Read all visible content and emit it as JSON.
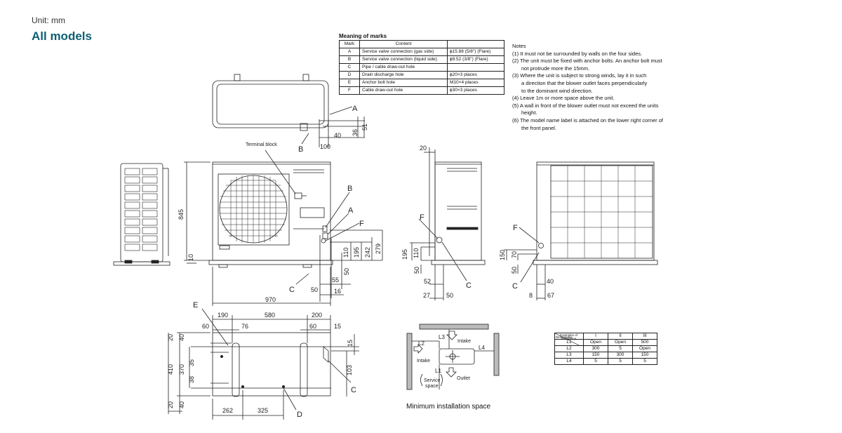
{
  "header": {
    "unit": "Unit: mm",
    "title": "All models"
  },
  "marks": {
    "title": "Meaning of marks",
    "columns": [
      "Mark",
      "Content",
      ""
    ],
    "rows": [
      {
        "mark": "A",
        "content": "Service valve connection (gas side)",
        "detail": "ϕ15.88 (5/8\") (Flare)"
      },
      {
        "mark": "B",
        "content": "Service valve connection (liquid side)",
        "detail": "ϕ9.52 (3/8\") (Flare)"
      },
      {
        "mark": "C",
        "content": "Pipe / cable draw-out hole",
        "detail": ""
      },
      {
        "mark": "D",
        "content": "Drain discharge hole",
        "detail": "ϕ20×3 places"
      },
      {
        "mark": "E",
        "content": "Anchor bolt hole",
        "detail": "M10×4 places"
      },
      {
        "mark": "F",
        "content": "Cable draw-out hole",
        "detail": "ϕ30×3 places"
      }
    ]
  },
  "notes": {
    "title": "Notes",
    "items": [
      "(1) It must not be surrounded by walls on the four sides.",
      "(2) The unit must be fixed with anchor bolts. An anchor bolt must",
      "not protrude more the 15mm.",
      "(3) Where the unit is subject to strong winds, lay it in such",
      "a direction that the blower outlet faces perpendicularly",
      "to the dominant wind direction.",
      "(4) Leave 1m or more space above the unit.",
      "(5) A wall in front of the blower outlet must not exceed the units",
      "height.",
      "(6) The model name label is attached on the lower right corner of",
      "the front panel."
    ]
  },
  "top_view": {
    "mark_a": "A",
    "mark_b": "B",
    "dims": [
      "100",
      "40",
      "36",
      "51"
    ]
  },
  "front_view": {
    "terminal_label": "Terminal block",
    "marks": [
      "B",
      "A",
      "F",
      "C"
    ],
    "dims": {
      "h845": "845",
      "h10": "10",
      "w970": "970",
      "d110": "110",
      "d195": "195",
      "d242": "242",
      "d279": "279",
      "d50a": "50",
      "d55": "55",
      "d50b": "50",
      "d16": "16"
    }
  },
  "side_view": {
    "marks": [
      "F",
      "C"
    ],
    "dims": {
      "d20": "20",
      "d195": "195",
      "d110": "110",
      "d50": "50",
      "d52": "52",
      "d27": "27",
      "d50b": "50"
    }
  },
  "back_view": {
    "marks": [
      "F",
      "C"
    ],
    "dims": {
      "d150": "150",
      "d70": "70",
      "d50": "50",
      "d40": "40",
      "d8": "8",
      "d67": "67"
    }
  },
  "base_view": {
    "marks": {
      "e": "E",
      "c": "C",
      "d": "D"
    },
    "dims": {
      "d190": "190",
      "d580": "580",
      "d200": "200",
      "d60a": "60",
      "d76": "76",
      "d60b": "60",
      "d15a": "15",
      "d20a": "20",
      "d40a": "40",
      "d15b": "15",
      "d410": "410",
      "d370": "370",
      "d35": "35",
      "d38": "38",
      "d103": "103",
      "d20b": "20",
      "d40b": "40",
      "d262": "262",
      "d325": "325"
    }
  },
  "min_space": {
    "caption": "Minimum installation space",
    "labels": {
      "l1": "L1",
      "l2": "L2",
      "l3": "L3",
      "l4": "L4",
      "intake_top": "Intake",
      "intake_left": "Intake",
      "outlet": "Outlet",
      "service": "Service",
      "space": "space"
    }
  },
  "space_table": {
    "head_top": "Examples of installation",
    "head_bottom": "Dimensions",
    "columns": [
      "I",
      "II",
      "III"
    ],
    "rows": [
      {
        "label": "L1",
        "values": [
          "Open",
          "Open",
          "500"
        ]
      },
      {
        "label": "L2",
        "values": [
          "300",
          "5",
          "Open"
        ]
      },
      {
        "label": "L3",
        "values": [
          "150",
          "300",
          "150"
        ]
      },
      {
        "label": "L4",
        "values": [
          "5",
          "5",
          "5"
        ]
      }
    ]
  }
}
